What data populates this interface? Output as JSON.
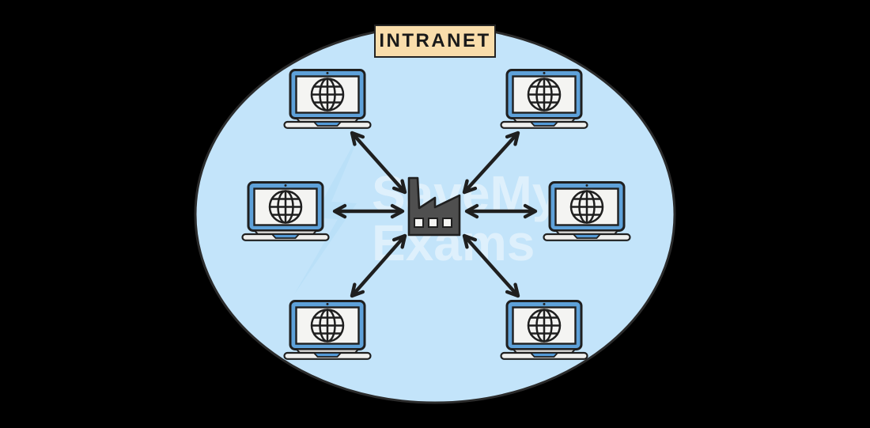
{
  "scene": {
    "title_label": "INTRANET",
    "watermark": {
      "line1": "SaveMy",
      "line2": "Exams"
    },
    "hub": {
      "id": "factory-hub",
      "icon": "factory-icon"
    },
    "nodes": [
      {
        "id": "laptop-top-left",
        "icon": "laptop-globe-icon"
      },
      {
        "id": "laptop-top-right",
        "icon": "laptop-globe-icon"
      },
      {
        "id": "laptop-left",
        "icon": "laptop-globe-icon"
      },
      {
        "id": "laptop-right",
        "icon": "laptop-globe-icon"
      },
      {
        "id": "laptop-bottom-left",
        "icon": "laptop-globe-icon"
      },
      {
        "id": "laptop-bottom-right",
        "icon": "laptop-globe-icon"
      }
    ],
    "connections": [
      {
        "from": "factory-hub",
        "to": "laptop-top-left",
        "style": "double-arrow"
      },
      {
        "from": "factory-hub",
        "to": "laptop-top-right",
        "style": "double-arrow"
      },
      {
        "from": "factory-hub",
        "to": "laptop-left",
        "style": "double-arrow"
      },
      {
        "from": "factory-hub",
        "to": "laptop-right",
        "style": "double-arrow"
      },
      {
        "from": "factory-hub",
        "to": "laptop-bottom-left",
        "style": "double-arrow"
      },
      {
        "from": "factory-hub",
        "to": "laptop-bottom-right",
        "style": "double-arrow"
      }
    ],
    "colors": {
      "background": "#000000",
      "boundary_fill": "#C3E4FA",
      "boundary_outline": "#2B2B2B",
      "line": "#1F1F1F",
      "arrow": "#1F1F1F",
      "label_fill": "#F9DDAB",
      "label_text": "#1A1A1A",
      "laptop_bezel": "#5EA1D9",
      "laptop_screen": "#F4F4F2",
      "laptop_base": "#EFEFED",
      "laptop_hinge": "#DADAD8",
      "trackpad": "#549AD6",
      "factory_fill": "#4F4F4F",
      "factory_window": "#F5F5F3",
      "watermark_text": "rgba(255,255,255,0.45)",
      "watermark_bolt": "#B2DCF6"
    }
  }
}
